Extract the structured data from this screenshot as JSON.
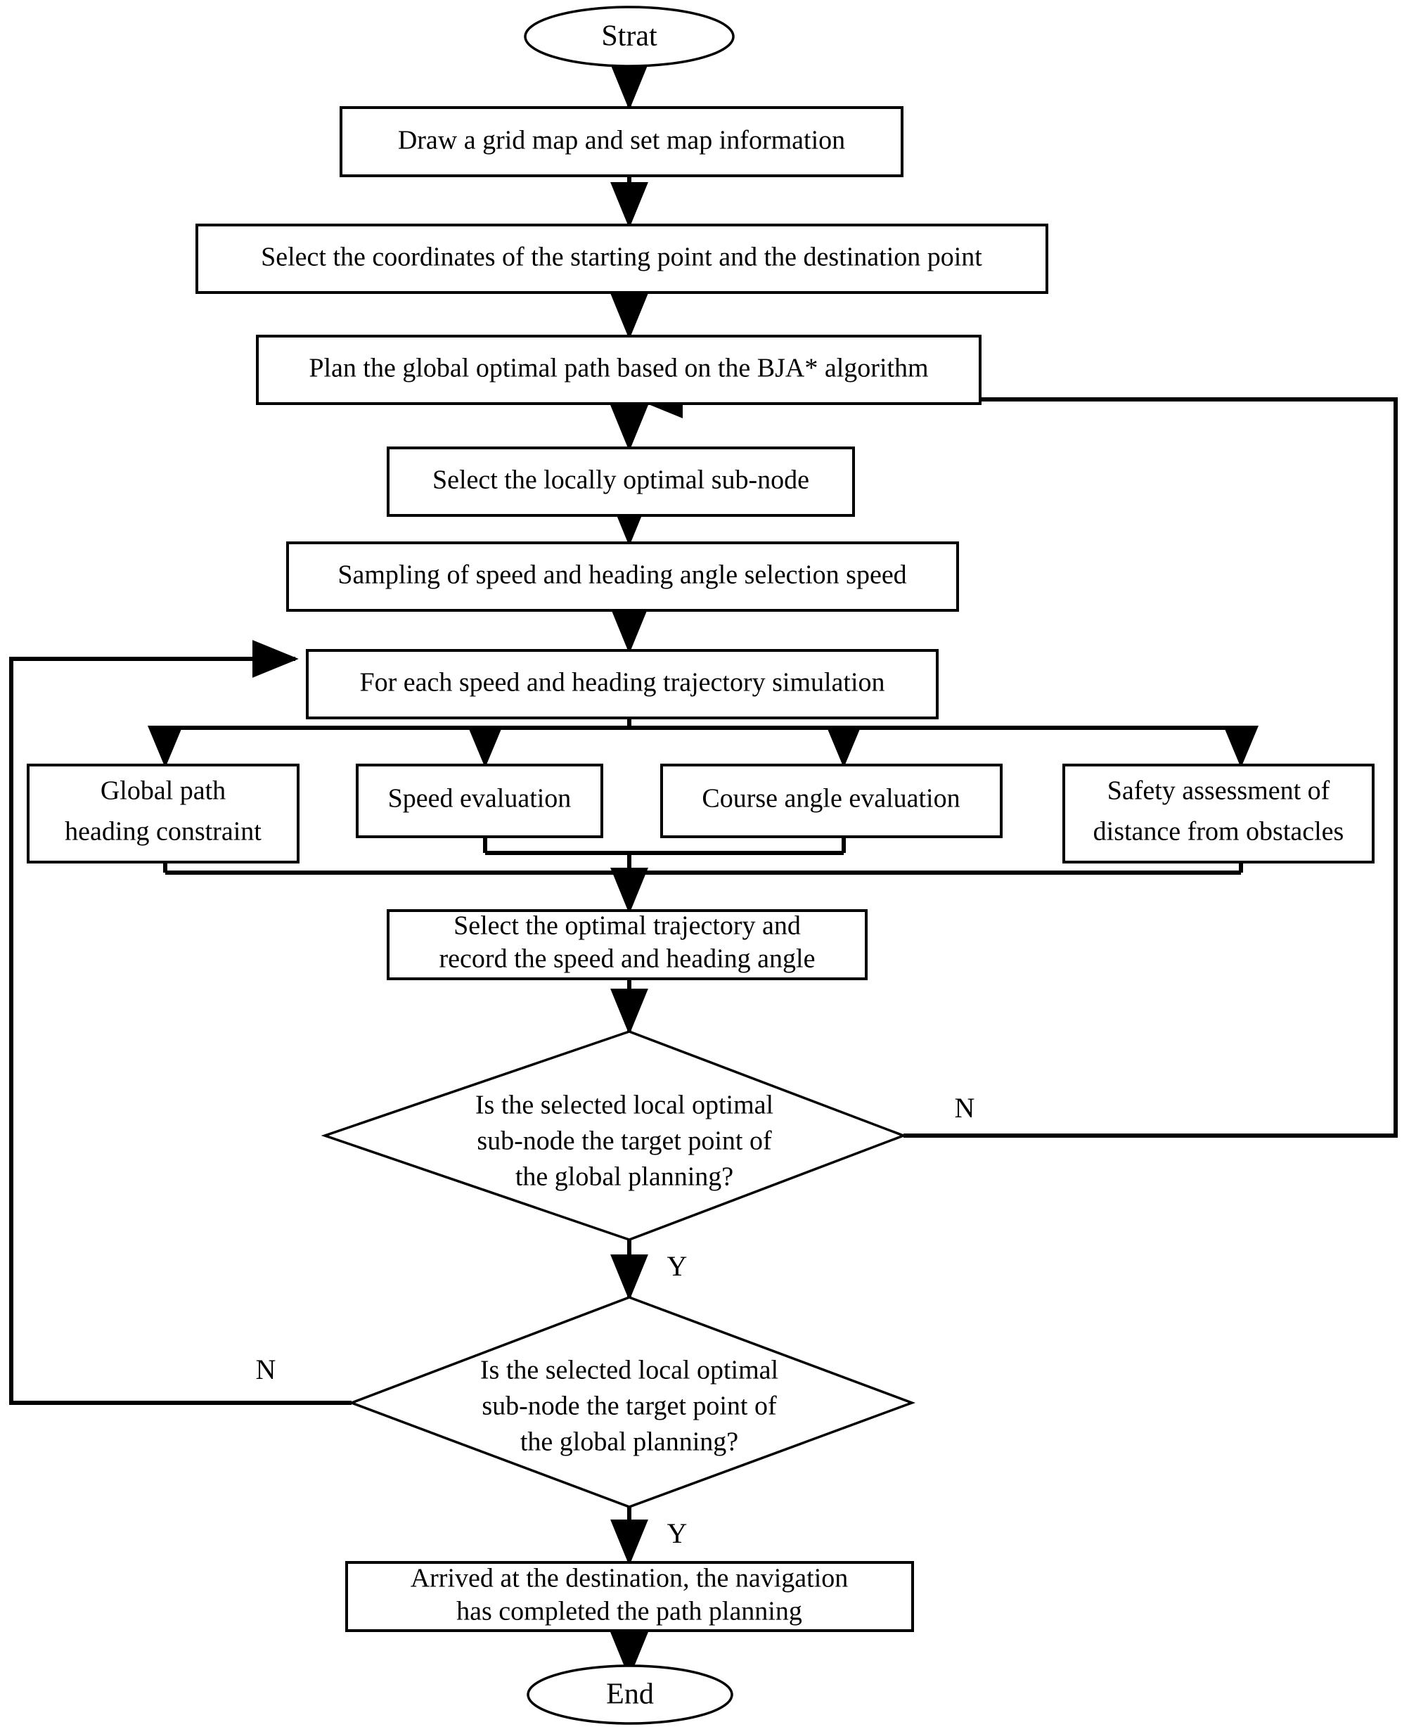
{
  "diagram": {
    "title": "Path planning algorithm flowchart",
    "type": "flowchart",
    "background_color": "#ffffff",
    "line_color": "#000000",
    "text_color": "#000000",
    "fill_color": "#ffffff"
  },
  "nodes": {
    "start": {
      "label": "Strat",
      "shape": "ellipse"
    },
    "draw_map": {
      "label": "Draw a grid map and set map information",
      "shape": "process"
    },
    "select_coords": {
      "label": "Select the coordinates of the starting point and the destination point",
      "shape": "process"
    },
    "plan_global": {
      "label": "Plan the global optimal path based on the BJA* algorithm",
      "shape": "process"
    },
    "select_subnode": {
      "label": "Select the locally optimal sub-node",
      "shape": "process"
    },
    "sampling": {
      "label": "Sampling of speed and heading angle selection speed",
      "shape": "process"
    },
    "simulate": {
      "label": "For each speed and heading trajectory simulation",
      "shape": "process"
    },
    "eval_global_path": {
      "label_line1": "Global path",
      "label_line2": "heading constraint",
      "shape": "process"
    },
    "eval_speed": {
      "label": "Speed evaluation",
      "shape": "process"
    },
    "eval_course": {
      "label": "Course angle evaluation",
      "shape": "process"
    },
    "eval_safety": {
      "label_line1": "Safety assessment of",
      "label_line2": "distance from obstacles",
      "shape": "process"
    },
    "select_traj": {
      "label_line1": "Select the optimal trajectory and",
      "label_line2": "record the speed and heading angle",
      "shape": "process"
    },
    "decision_1": {
      "label_line1": "Is the selected local optimal",
      "label_line2": "sub-node the target point of",
      "label_line3": "the global planning?",
      "shape": "decision"
    },
    "decision_2": {
      "label_line1": "Is the selected local optimal",
      "label_line2": "sub-node the target point of",
      "label_line3": "the global planning?",
      "shape": "decision"
    },
    "arrived": {
      "label_line1": "Arrived at the destination, the navigation",
      "label_line2": "has completed the path planning",
      "shape": "process"
    },
    "end": {
      "label": "End",
      "shape": "ellipse"
    }
  },
  "edge_labels": {
    "decision1_no": "N",
    "decision1_yes": "Y",
    "decision2_no": "N",
    "decision2_yes": "Y"
  },
  "flow_order": [
    "start",
    "draw_map",
    "select_coords",
    "plan_global",
    "select_subnode",
    "sampling",
    "simulate",
    "eval_global_path",
    "eval_speed",
    "eval_course",
    "eval_safety",
    "select_traj",
    "decision_1",
    "decision_2",
    "arrived",
    "end"
  ]
}
